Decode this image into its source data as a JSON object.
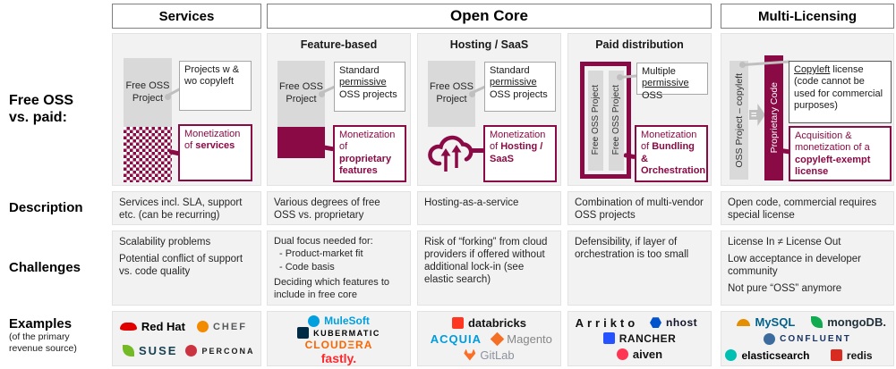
{
  "colors": {
    "maroon": "#8A0A45",
    "cell_gray": "#F2F2F2",
    "box_gray": "#D9D9D9",
    "connector_gray": "#BFBFBF"
  },
  "headers": {
    "services": "Services",
    "open_core": "Open Core",
    "multi_licensing": "Multi-Licensing"
  },
  "row_labels": {
    "free_oss": "Free OSS\nvs. paid:",
    "description": "Description",
    "challenges": "Challenges",
    "examples": "Examples",
    "examples_sub": "(of the primary\nrevenue source)"
  },
  "columns": {
    "services": {
      "diagram": {
        "free_box": "Free OSS Project",
        "note": "Projects w & wo copyleft",
        "mon_pre": "Monetization of ",
        "mon_bold": "services"
      },
      "description": "Services incl. SLA, support etc. (can be recurring)",
      "challenges": {
        "c1": "Scalability problems",
        "c2": "Potential conflict of support vs. code quality"
      },
      "examples": [
        {
          "id": "redhat",
          "shape": "hat",
          "color": "#E00000",
          "label": "Red Hat",
          "label_color": "#000000",
          "weight": 700,
          "size": 13
        },
        {
          "id": "chef",
          "shape": "circle",
          "color": "#F38B00",
          "label": "CHEF",
          "label_color": "#58595B",
          "weight": 700,
          "size": 11,
          "spacing": 2
        },
        {
          "id": "suse",
          "shape": "leaf",
          "color": "#73BA25",
          "label": "SUSE",
          "label_color": "#173F4F",
          "weight": 700,
          "size": 13,
          "spacing": 2
        },
        {
          "id": "percona",
          "shape": "circle",
          "color": "#CC3340",
          "label": "PERCONA",
          "label_color": "#1B1B1B",
          "weight": 700,
          "size": 9,
          "spacing": 2
        }
      ]
    },
    "feature": {
      "subheader": "Feature-based",
      "diagram": {
        "free_box": "Free OSS Project",
        "note_pre": "Standard ",
        "note_u": "permissive",
        "note_post": " OSS projects",
        "mon_pre": "Monetization of ",
        "mon_bold": "proprietary features"
      },
      "description": "Various degrees of free OSS vs. proprietary",
      "challenges": {
        "c1": "Dual focus needed for:",
        "c2": "-  Product-market fit",
        "c3": "-  Code basis",
        "c4": "Deciding which features to include in free core"
      },
      "examples": [
        {
          "id": "mulesoft",
          "shape": "circle",
          "color": "#00A0DF",
          "label": "MuleSoft",
          "label_color": "#00A0DF",
          "weight": 700,
          "size": 12
        },
        {
          "id": "kubermatic",
          "shape": "square",
          "color": "#002B45",
          "label": "KUBERMATIC",
          "label_color": "#000000",
          "weight": 700,
          "size": 9,
          "spacing": 1.5
        },
        {
          "id": "cloudera",
          "shape": "none",
          "label": "CLOUDΞRA",
          "label_color": "#F96702",
          "weight": 700,
          "size": 12,
          "spacing": 1
        },
        {
          "id": "fastly",
          "shape": "none",
          "label": "fastly.",
          "label_color": "#FF282D",
          "weight": 800,
          "size": 14
        }
      ]
    },
    "hosting": {
      "subheader": "Hosting / SaaS",
      "diagram": {
        "free_box": "Free OSS Project",
        "note_pre": "Standard ",
        "note_u": "permissive",
        "note_post": " OSS projects",
        "mon_pre": "Monetization of ",
        "mon_bold": "Hosting / SaaS",
        "cloud_icon": "cloud-upload"
      },
      "description": "Hosting-as-a-service",
      "challenges": {
        "c1": "Risk of “forking” from cloud providers if offered without additional lock-in (see elastic search)"
      },
      "examples": [
        {
          "id": "databricks",
          "shape": "square",
          "color": "#FF3621",
          "label": "databricks",
          "label_color": "#131313",
          "weight": 700,
          "size": 13
        },
        {
          "id": "acquia",
          "shape": "none",
          "label": "ACQUIA",
          "label_color": "#009CDE",
          "weight": 700,
          "size": 13,
          "spacing": 1
        },
        {
          "id": "magento",
          "shape": "diamond",
          "color": "#F46F25",
          "label": "Magento",
          "label_color": "#878787",
          "weight": 400,
          "size": 13
        },
        {
          "id": "gitlab",
          "shape": "gitlab",
          "color": "#FC6D26",
          "label": "GitLab",
          "label_color": "#8C929D",
          "weight": 400,
          "size": 13
        }
      ]
    },
    "paid": {
      "subheader": "Paid distribution",
      "diagram": {
        "bar1": "Free OSS Project",
        "bar2": "Free OSS Project",
        "note_pre": "Multiple ",
        "note_u": "permissive",
        "note_post": " OSS",
        "mon_pre": "Monetization of ",
        "mon_bold": "Bundling & Orchestration"
      },
      "description": "Combination of multi-vendor OSS projects",
      "challenges": {
        "c1": "Defensibility, if layer of orchestration is too small"
      },
      "examples": [
        {
          "id": "arrikto",
          "shape": "none",
          "label": "Arrikto",
          "label_color": "#111111",
          "weight": 600,
          "size": 13,
          "spacing": 4
        },
        {
          "id": "nhost",
          "shape": "hex",
          "color": "#0052CD",
          "label": "nhost",
          "label_color": "#11142A",
          "weight": 800,
          "size": 12,
          "spacing": 0.5
        },
        {
          "id": "rancher",
          "shape": "square",
          "color": "#2453FF",
          "label": "RANCHER",
          "label_color": "#141414",
          "weight": 800,
          "size": 12,
          "spacing": 0.5
        },
        {
          "id": "aiven",
          "shape": "circle",
          "color": "#FF3554",
          "label": "aiven",
          "label_color": "#121212",
          "weight": 800,
          "size": 13
        }
      ]
    },
    "multi": {
      "diagram": {
        "gray_bar": "OSS Project – copyleft",
        "maroon_bar": "Proprietary Code",
        "equals": "=",
        "note_u": "Copyleft",
        "note_post": " license (code cannot be used for commercial purposes)",
        "mon_pre": "Acquisition & monetization of a ",
        "mon_bold": "copyleft-exempt license"
      },
      "description": "Open code, commercial requires special license",
      "challenges": {
        "c1": "License In ≠ License Out",
        "c2": "Low acceptance in developer community",
        "c3": "Not pure “OSS” anymore"
      },
      "examples": [
        {
          "id": "mysql",
          "shape": "arc",
          "color": "#E48E00",
          "label": "MySQL",
          "label_color": "#00618A",
          "weight": 700,
          "size": 13
        },
        {
          "id": "mongodb",
          "shape": "leaf",
          "color": "#10AA50",
          "label": "mongoDB.",
          "label_color": "#21313C",
          "weight": 700,
          "size": 13
        },
        {
          "id": "confluent",
          "shape": "circle",
          "color": "#3B6C9D",
          "label": "CONFLUENT",
          "label_color": "#173361",
          "weight": 600,
          "size": 10,
          "spacing": 2,
          "wide": true
        },
        {
          "id": "elasticsearch",
          "shape": "circle",
          "color": "#00BFB3",
          "label": "elasticsearch",
          "label_color": "#000000",
          "weight": 700,
          "size": 12
        },
        {
          "id": "redis",
          "shape": "square",
          "color": "#D82C20",
          "label": "redis",
          "label_color": "#161616",
          "weight": 700,
          "size": 12
        }
      ]
    }
  }
}
